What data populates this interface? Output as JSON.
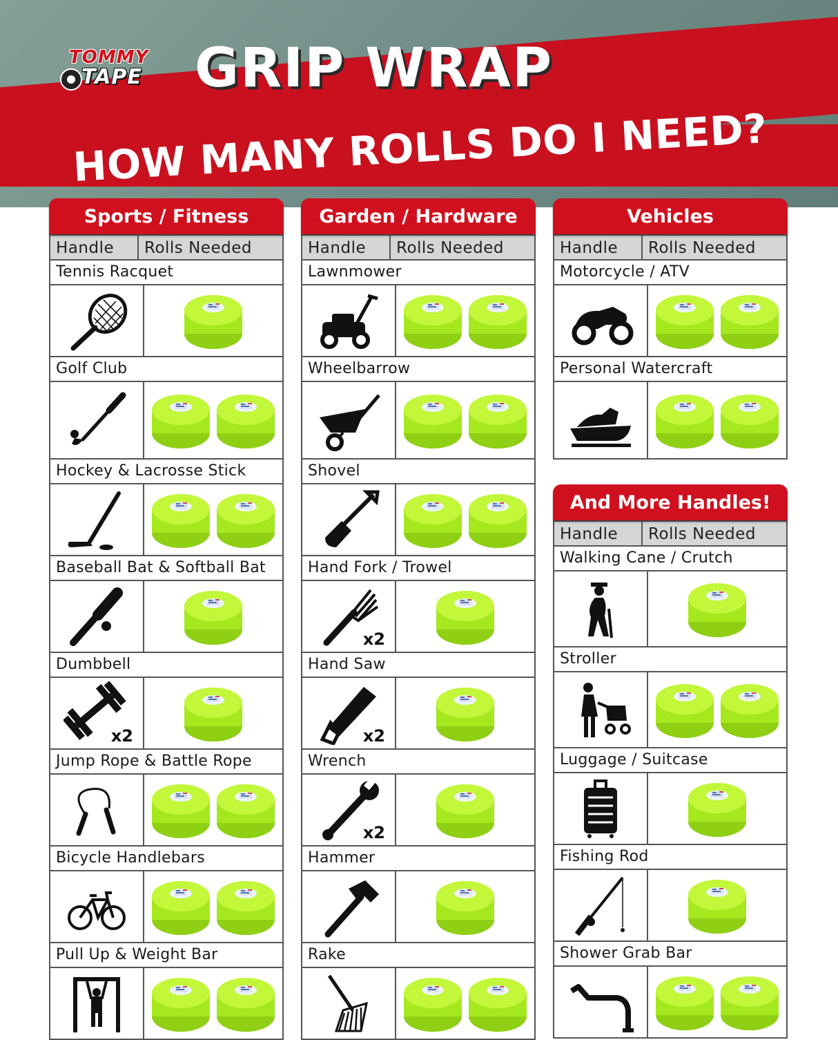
{
  "brand": {
    "line1": "TOMMY",
    "line2": "TAPE"
  },
  "title": "GRIP WRAP",
  "question": "HOW MANY ROLLS DO I NEED?",
  "columns": {
    "handle": "Handle",
    "rolls": "Rolls Needed"
  },
  "colors": {
    "red": "#d0101e",
    "roll": "#b7f52d"
  },
  "sections": [
    {
      "title": "Sports / Fitness",
      "items": [
        {
          "label": "Tennis Racquet",
          "icon": "tennis-racquet",
          "rolls": 1,
          "mult": ""
        },
        {
          "label": "Golf Club",
          "icon": "golf-club",
          "rolls": 2,
          "mult": ""
        },
        {
          "label": "Hockey & Lacrosse Stick",
          "icon": "hockey-stick",
          "rolls": 2,
          "mult": ""
        },
        {
          "label": "Baseball Bat & Softball Bat",
          "icon": "baseball-bat",
          "rolls": 1,
          "mult": ""
        },
        {
          "label": "Dumbbell",
          "icon": "dumbbell",
          "rolls": 1,
          "mult": "x2"
        },
        {
          "label": "Jump Rope & Battle Rope",
          "icon": "jump-rope",
          "rolls": 2,
          "mult": ""
        },
        {
          "label": "Bicycle Handlebars",
          "icon": "bicycle",
          "rolls": 2,
          "mult": ""
        },
        {
          "label": "Pull Up & Weight Bar",
          "icon": "pull-up-bar",
          "rolls": 2,
          "mult": ""
        }
      ]
    },
    {
      "title": "Garden / Hardware",
      "items": [
        {
          "label": "Lawnmower",
          "icon": "lawnmower",
          "rolls": 2,
          "mult": ""
        },
        {
          "label": "Wheelbarrow",
          "icon": "wheelbarrow",
          "rolls": 2,
          "mult": ""
        },
        {
          "label": "Shovel",
          "icon": "shovel",
          "rolls": 2,
          "mult": ""
        },
        {
          "label": "Hand Fork / Trowel",
          "icon": "hand-fork",
          "rolls": 1,
          "mult": "x2"
        },
        {
          "label": "Hand Saw",
          "icon": "hand-saw",
          "rolls": 1,
          "mult": "x2"
        },
        {
          "label": "Wrench",
          "icon": "wrench",
          "rolls": 1,
          "mult": "x2"
        },
        {
          "label": "Hammer",
          "icon": "hammer",
          "rolls": 1,
          "mult": ""
        },
        {
          "label": "Rake",
          "icon": "rake",
          "rolls": 2,
          "mult": ""
        }
      ]
    },
    {
      "title": "Vehicles",
      "items": [
        {
          "label": "Motorcycle / ATV",
          "icon": "motorcycle",
          "rolls": 2,
          "mult": ""
        },
        {
          "label": "Personal Watercraft",
          "icon": "watercraft",
          "rolls": 2,
          "mult": ""
        }
      ]
    },
    {
      "title": "And More Handles!",
      "items": [
        {
          "label": "Walking Cane / Crutch",
          "icon": "walking-cane",
          "rolls": 1,
          "mult": ""
        },
        {
          "label": "Stroller",
          "icon": "stroller",
          "rolls": 2,
          "mult": ""
        },
        {
          "label": "Luggage / Suitcase",
          "icon": "suitcase",
          "rolls": 1,
          "mult": ""
        },
        {
          "label": "Fishing Rod",
          "icon": "fishing-rod",
          "rolls": 1,
          "mult": ""
        },
        {
          "label": "Shower Grab Bar",
          "icon": "grab-bar",
          "rolls": 2,
          "mult": ""
        }
      ]
    }
  ]
}
